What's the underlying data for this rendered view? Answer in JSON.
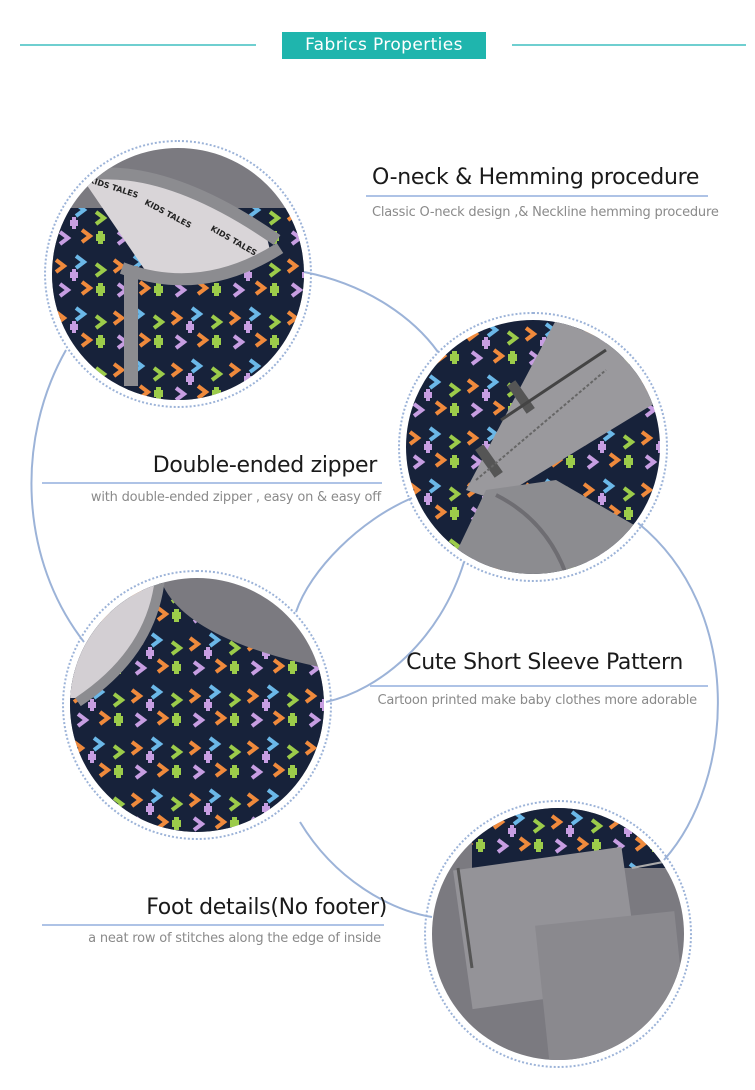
{
  "banner": {
    "label": "Fabrics Properties"
  },
  "features": [
    {
      "title": "O-neck & Hemming procedure",
      "description": "Classic O-neck design ,& Neckline hemming procedure"
    },
    {
      "title": "Double-ended zipper",
      "description": "with double-ended zipper , easy on & easy off"
    },
    {
      "title": "Cute Short Sleeve Pattern",
      "description": "Cartoon printed  make baby clothes  more  adorable"
    },
    {
      "title": "Foot details(No footer)",
      "description": "a neat row of stitches along the edge of inside"
    }
  ],
  "brand_label": "KIDS TALES",
  "colors": {
    "accent": "#1fb5ad",
    "line": "#aec3e6",
    "fabric_dark": "#17223a",
    "trim_grey": "#8c8c90"
  }
}
